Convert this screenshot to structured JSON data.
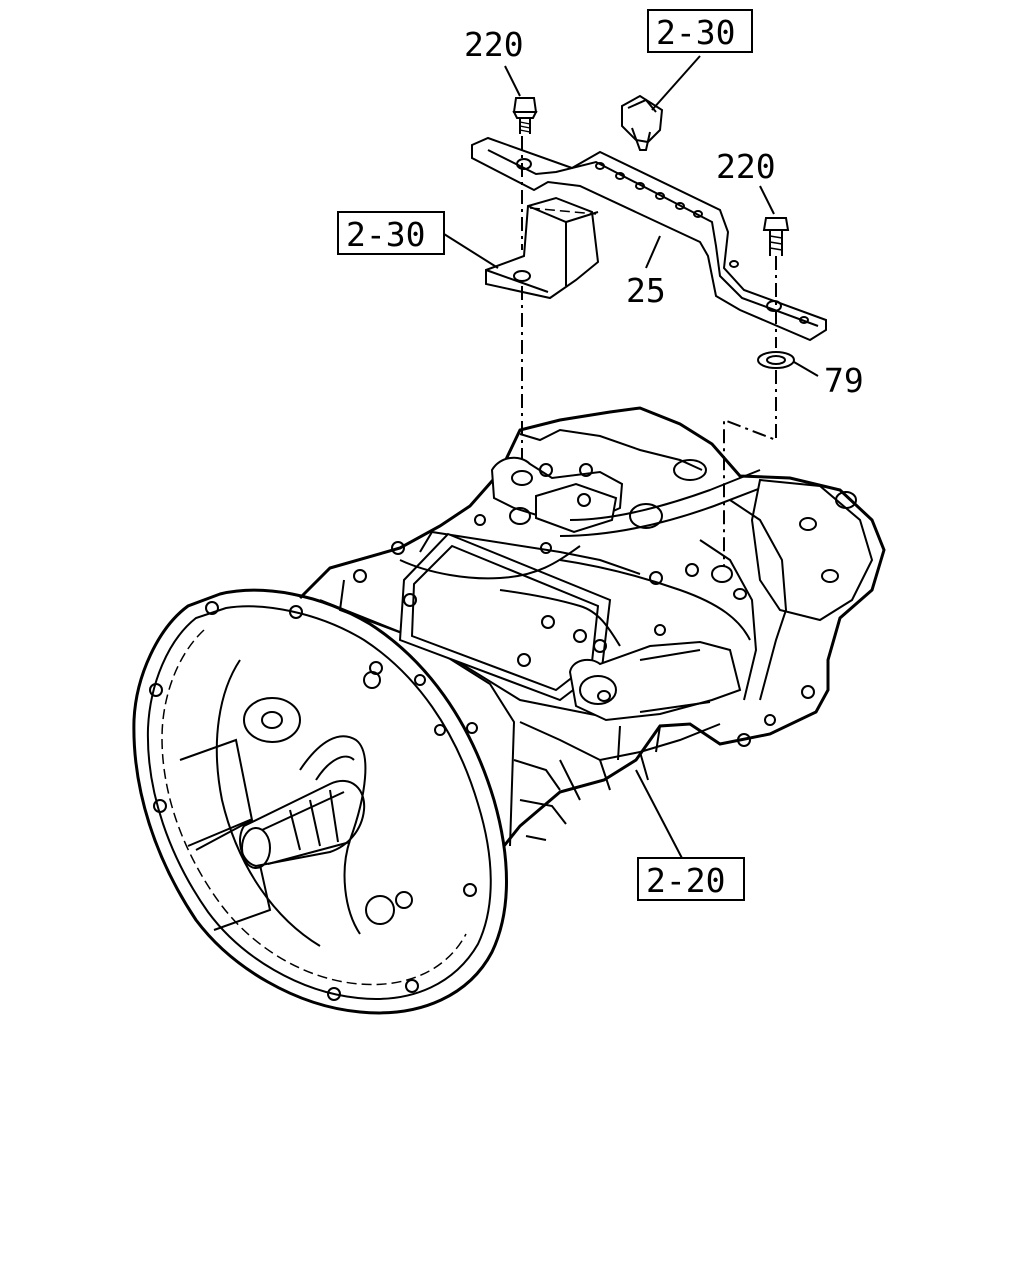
{
  "callouts": {
    "bolt_top": "220",
    "bolt_right": "220",
    "ref_top": "2-30",
    "ref_left": "2-30",
    "bracket": "25",
    "washer": "79",
    "transmission": "2-20"
  }
}
